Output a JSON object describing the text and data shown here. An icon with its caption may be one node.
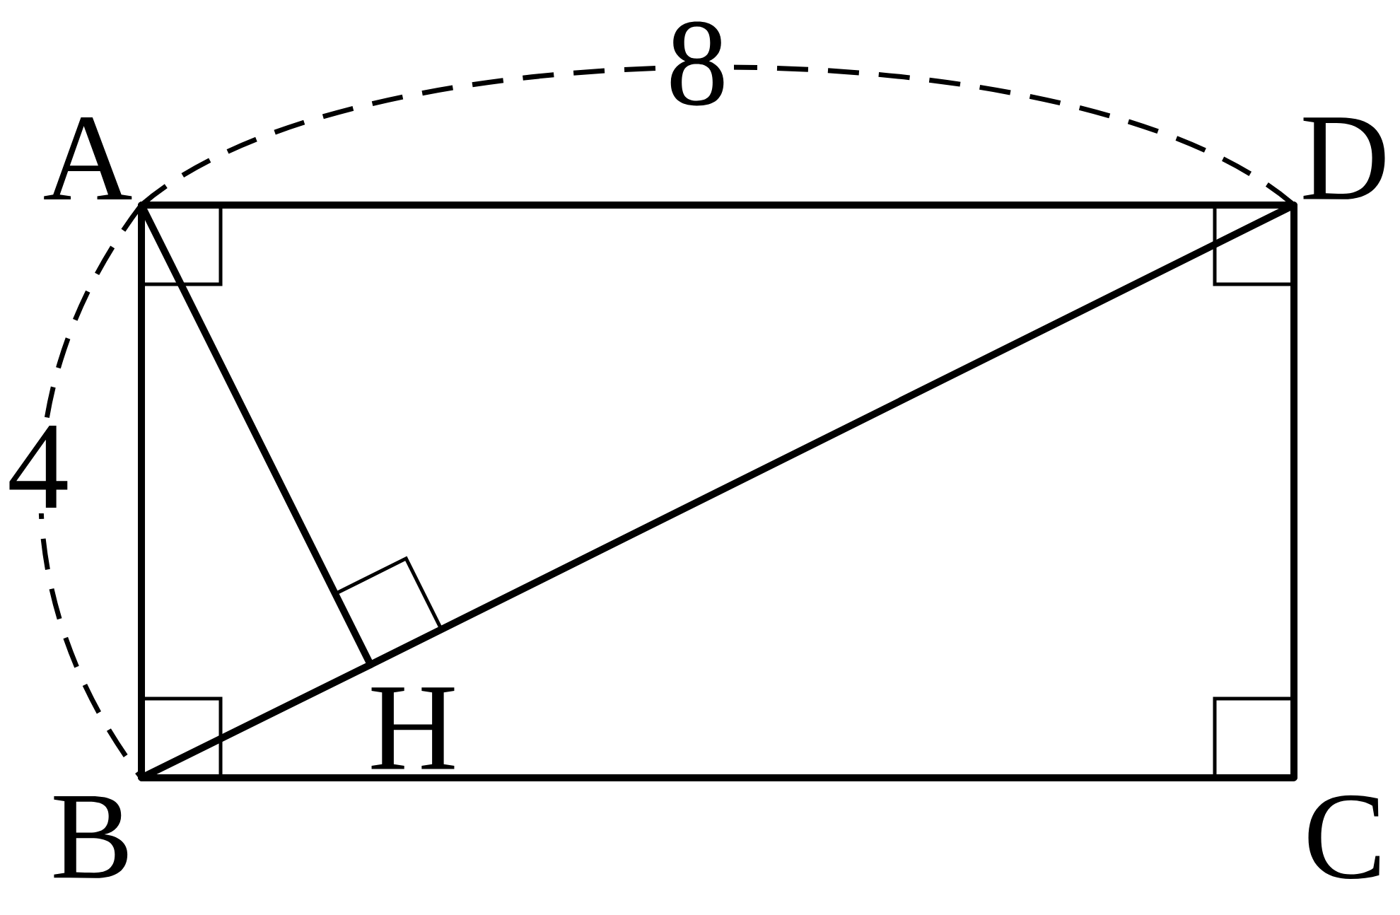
{
  "diagram": {
    "nodes": [
      {
        "text": [
          "A"
        ]
      },
      {
        "text": [
          "D"
        ]
      },
      {
        "text": [
          "B"
        ]
      },
      {
        "text": [
          "H"
        ]
      },
      {
        "text": [
          "C"
        ]
      }
    ],
    "edges": [
      {
        "from": 0,
        "to": 2,
        "arrow": "none"
      },
      {
        "from": 2,
        "to": 4,
        "arrow": "none"
      },
      {
        "from": 4,
        "to": 1,
        "arrow": "none"
      },
      {
        "from": 1,
        "to": 0,
        "arrow": "none"
      },
      {
        "from": 2,
        "to": 3,
        "arrow": "none"
      },
      {
        "from": 3,
        "to": 1,
        "arrow": "none"
      },
      {
        "from": 0,
        "to": 3,
        "arrow": "none"
      }
    ],
    "labels": [
      "8",
      "4"
    ]
  }
}
